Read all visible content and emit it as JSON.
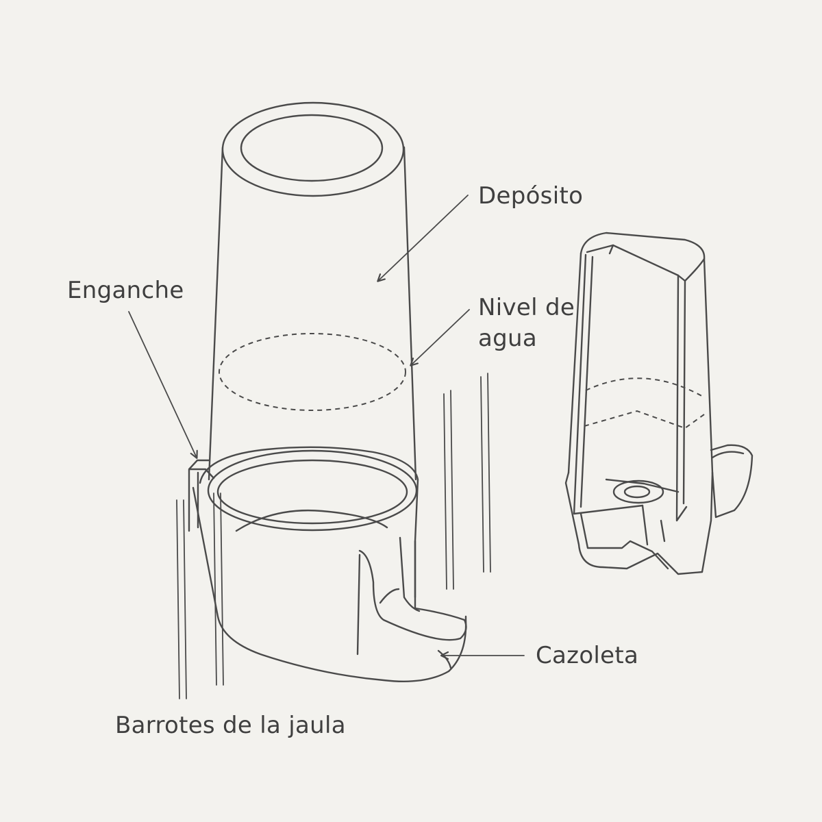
{
  "labels": {
    "reservoir": "Depósito",
    "hook": "Enganche",
    "water_level_line1": "Nivel de",
    "water_level_line2": "agua",
    "bowl": "Cazoleta",
    "cage_bars": "Barrotes de la jaula"
  },
  "colors": {
    "background": "#f3f2ee",
    "line": "#4a4a4a",
    "text": "#3f3f3f"
  }
}
